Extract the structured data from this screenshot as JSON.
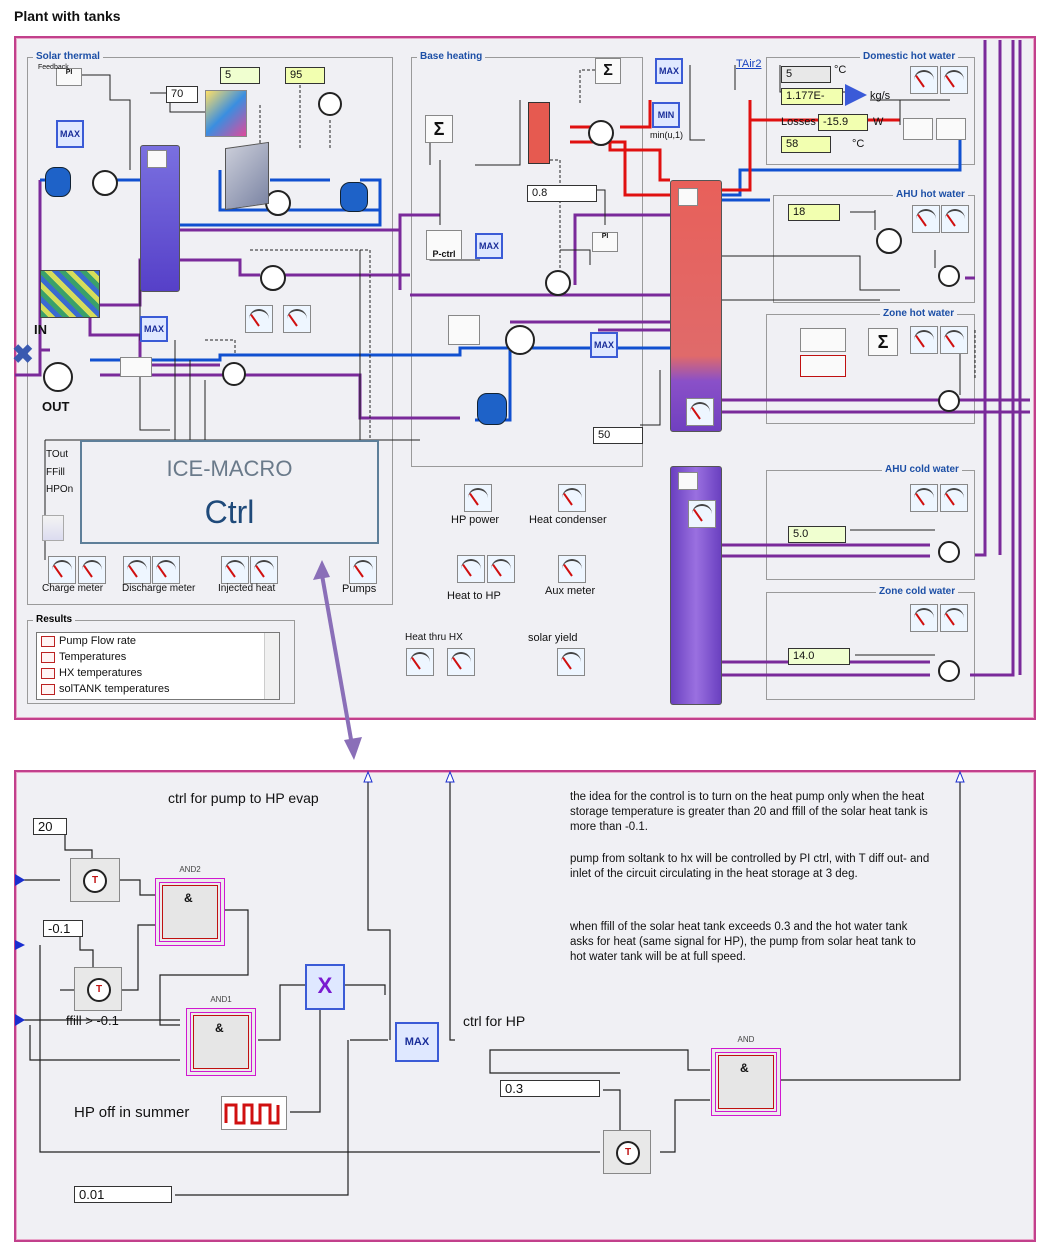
{
  "title": "Plant with tanks",
  "sections": {
    "solar_thermal": "Solar thermal",
    "base_heating": "Base heating",
    "domestic_hot_water": "Domestic hot water",
    "ahu_hot_water": "AHU hot water",
    "zone_hot_water": "Zone hot water",
    "ahu_cold_water": "AHU cold water",
    "zone_cold_water": "Zone cold water",
    "results": "Results"
  },
  "solar": {
    "feedback_label": "Feedback",
    "pi_label": "PI",
    "value_70": "70",
    "value_5": "5",
    "value_95": "95",
    "in_label": "IN",
    "out_label": "OUT"
  },
  "macro": {
    "heading": "ICE-MACRO",
    "name": "Ctrl",
    "inputs": [
      "TOut",
      "FFill",
      "HPOn"
    ]
  },
  "meters": {
    "charge": "Charge meter",
    "discharge": "Discharge meter",
    "injected": "Injected heat",
    "pumps": "Pumps",
    "hp_power": "HP power",
    "heat_condenser": "Heat condenser",
    "heat_to_hp": "Heat to HP",
    "aux_meter": "Aux meter",
    "heat_thru_hx": "Heat thru HX",
    "solar_yield": "solar yield"
  },
  "base": {
    "value_08": "0.8",
    "value_50": "50",
    "pctrl": "P-ctrl",
    "min_label": "min(u,1)",
    "tair2": "TAir2"
  },
  "dhw": {
    "value_5": "5",
    "unit_c1": "°C",
    "flow": "1.177E-",
    "flow_unit": "kg/s",
    "losses_label": "Losses",
    "losses_value": "-15.9",
    "losses_unit": "W",
    "value_58": "58",
    "unit_c2": "°C"
  },
  "ahu_hot": {
    "setpoint": "18"
  },
  "ahu_cold": {
    "setpoint": "5.0"
  },
  "zone_cold": {
    "setpoint": "14.0"
  },
  "results": {
    "items": [
      "Pump Flow rate",
      "Temperatures",
      "HX temperatures",
      "solTANK temperatures"
    ]
  },
  "ctrl": {
    "label_pump_hp_evap": "ctrl for pump to HP evap",
    "label_ctrl_hp": "ctrl for HP",
    "value_20": "20",
    "value_neg01": "-0.1",
    "ffill_label": "ffill > -0.1",
    "hp_off_summer": "HP off in summer",
    "value_03": "0.3",
    "value_001": "0.01",
    "gate_and2": "AND2",
    "gate_and1": "AND1",
    "gate_and": "AND",
    "and_symbol": "&",
    "t_symbol": "T",
    "x_symbol": "X",
    "max_symbol": "MAX",
    "note1": "the idea for the control is to turn on the heat pump only when the heat storage temperature is greater than 20 and ffill of the solar heat tank is more than -0.1.",
    "note2": "pump from soltank to hx will be controlled by PI ctrl, with T diff out- and inlet of the circuit circulating in the heat storage at 3 deg.",
    "note3": "when ffill of the solar heat tank exceeds 0.3 and the hot water tank asks for heat (same signal for HP), the pump from solar heat tank to hot water tank will be at full speed."
  },
  "colors": {
    "frame": "#c2408c",
    "hot_pipe": "#e01010",
    "cold_pipe": "#1050d0",
    "mix_pipe": "#7a2a9a",
    "arrow": "#8a6fb8"
  }
}
